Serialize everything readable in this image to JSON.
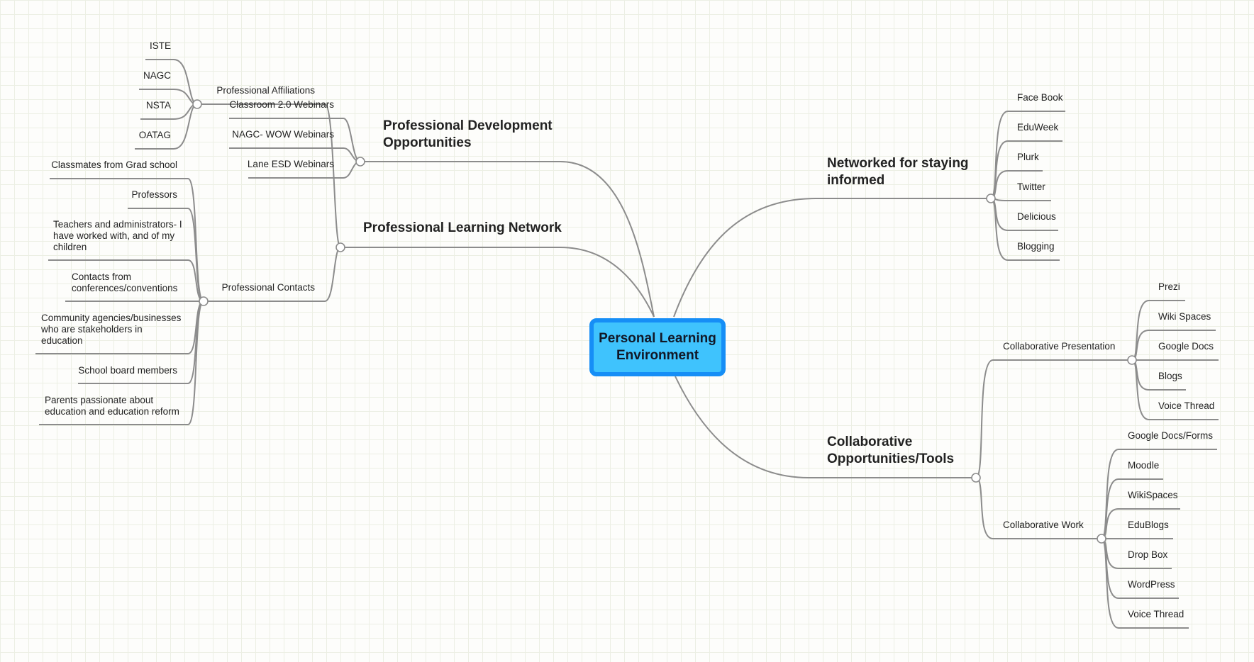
{
  "central_topic": "Personal Learning Environment",
  "branches": {
    "professional_development": {
      "title": "Professional Development Opportunities",
      "children": [
        "Classroom 2.0 Webinars",
        "NAGC- WOW Webinars",
        "Lane ESD Webinars"
      ]
    },
    "professional_learning_network": {
      "title": "Professional Learning Network",
      "affiliations": {
        "label": "Professional Affiliations",
        "children": [
          "ISTE",
          "NAGC",
          "NSTA",
          "OATAG"
        ]
      },
      "contacts": {
        "label": "Professional Contacts",
        "children": [
          "Classmates from Grad school",
          "Professors",
          "Teachers and administrators- I have worked with, and of my children",
          "Contacts from conferences/conventions",
          "Community agencies/businesses who are stakeholders in education",
          "School board members",
          "Parents passionate about education and education reform"
        ]
      }
    },
    "networked": {
      "title": "Networked for staying informed",
      "children": [
        "Face Book",
        "EduWeek",
        "Plurk",
        "Twitter",
        "Delicious",
        "Blogging"
      ]
    },
    "collaborative": {
      "title": "Collaborative Opportunities/Tools",
      "presentation": {
        "label": "Collaborative Presentation",
        "children": [
          "Prezi",
          "Wiki Spaces",
          "Google Docs",
          "Blogs",
          "Voice Thread"
        ]
      },
      "work": {
        "label": "Collaborative Work",
        "children": [
          "Google Docs/Forms",
          "Moodle",
          "WikiSpaces",
          "EduBlogs",
          "Drop Box",
          "WordPress",
          "Voice Thread"
        ]
      }
    }
  },
  "colors": {
    "root_fill": "#3fc3fd",
    "root_border": "#168ef6",
    "connector": "#8c8c8c",
    "grid": "#ecefe4"
  }
}
